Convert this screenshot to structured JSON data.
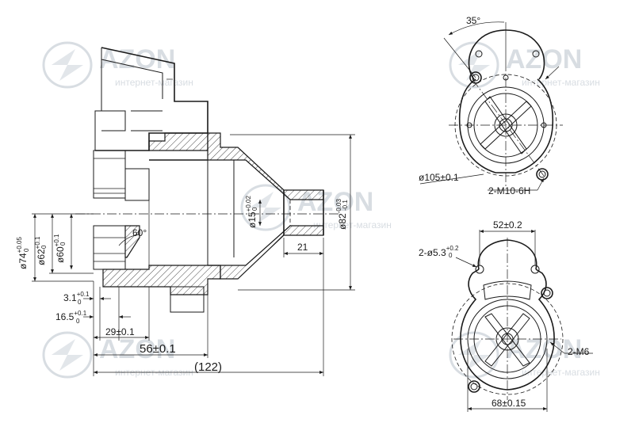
{
  "watermark": {
    "brand": "AZON",
    "tagline": "интернет-магазин"
  },
  "side_view": {
    "dia_74": "ø74",
    "dia_74_tol_up": "+0.05",
    "dia_74_tol_low": "0",
    "dia_62": "ø62",
    "dia_62_tol_up": "+0.1",
    "dia_62_tol_low": "0",
    "dia_60": "ø60",
    "dia_60_tol_up": "+0.1",
    "dia_60_tol_low": "0",
    "angle_60": "60°",
    "dim_3_1": "3.1",
    "dim_3_1_tol_up": "+0.1",
    "dim_3_1_tol_low": "0",
    "dim_16_5": "16.5",
    "dim_16_5_tol_up": "+0.1",
    "dim_16_5_tol_low": "0",
    "dim_29": "29±0.1",
    "dim_56": "56±0.1",
    "dim_122": "(122)",
    "dia_15": "ø15",
    "dia_15_tol_up": "+0.02",
    "dia_15_tol_low": "0",
    "dia_82": "ø82",
    "dia_82_tol_up": "-0.03",
    "dia_82_tol_low": "-0.1",
    "dim_21": "21"
  },
  "top_end_view": {
    "angle_35": "35°",
    "bolt_circle": "ø105±0.1",
    "thread": "2-M10-6H"
  },
  "bottom_end_view": {
    "width_52": "52±0.2",
    "holes": "2-ø5.3",
    "holes_tol_up": "+0.2",
    "holes_tol_low": "0",
    "thread": "2-M6",
    "width_68": "68±0.15"
  }
}
